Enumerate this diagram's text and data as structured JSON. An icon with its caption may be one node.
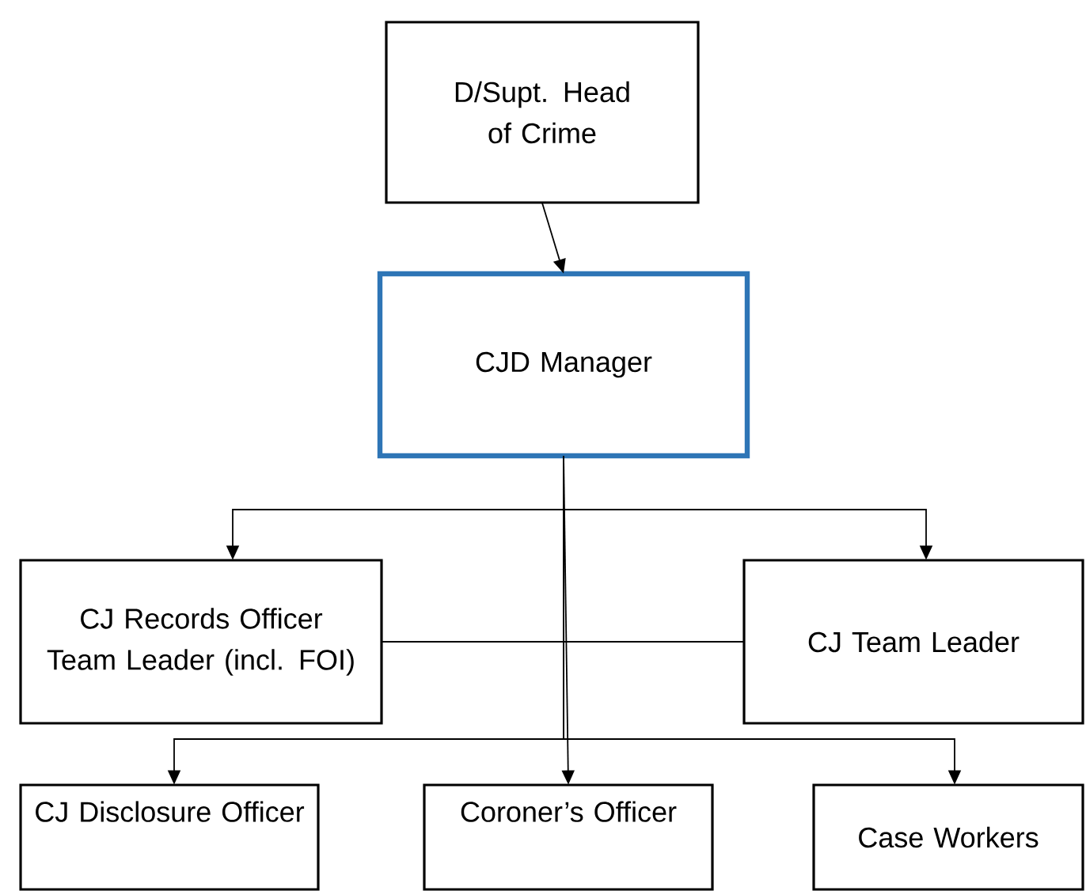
{
  "diagram": {
    "nodes": [
      {
        "text": [
          "D/Supt. Head of Crime"
        ]
      },
      {
        "text": [
          "CJD Manager"
        ]
      },
      {
        "text": [
          "CJ Records Officer Team Leader (incl. FOI)"
        ]
      },
      {
        "text": [
          "CJ Team Leader"
        ]
      },
      {
        "text": [
          "CJ Disclosure Officer"
        ]
      },
      {
        "text": [
          "Coroner’s Officer"
        ]
      },
      {
        "text": [
          "Case Workers"
        ]
      }
    ],
    "edges": [
      {
        "from": 0,
        "to": 1,
        "arrow": "to"
      },
      {
        "from": 1,
        "to": 2,
        "arrow": "to"
      },
      {
        "from": 1,
        "to": 3,
        "arrow": "to"
      },
      {
        "from": 2,
        "to": 3,
        "arrow": "none"
      },
      {
        "from": 1,
        "to": 4,
        "arrow": "to"
      },
      {
        "from": 1,
        "to": 5,
        "arrow": "to"
      },
      {
        "from": 1,
        "to": 6,
        "arrow": "to"
      }
    ]
  }
}
